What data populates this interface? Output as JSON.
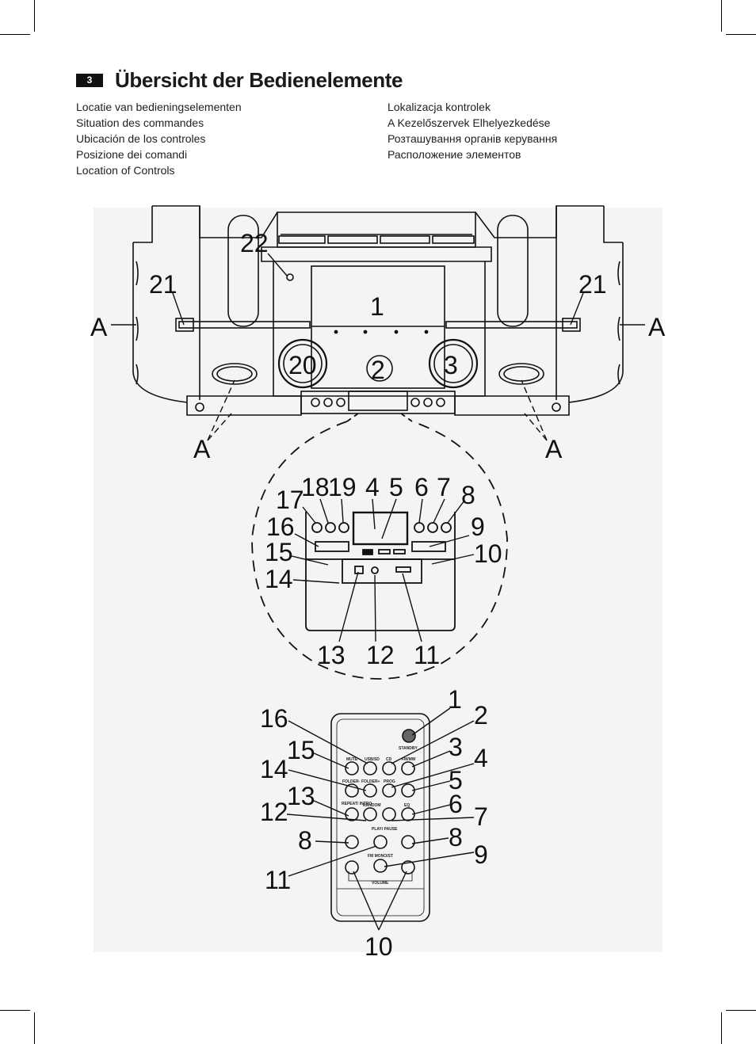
{
  "header": {
    "page_number": "3",
    "title": "Übersicht der Bedienelemente"
  },
  "languages_left": [
    "Locatie van bedieningselementen",
    "Situation des commandes",
    "Ubicación de los controles",
    "Posizione dei comandi",
    "Location of Controls"
  ],
  "languages_right": [
    "Lokalizacja kontrolek",
    "A Kezelőszervek Elhelyezkedése",
    "Розташування органів керування",
    "Расположение элементов"
  ],
  "device_callouts": {
    "c1": "1",
    "c2": "2",
    "c3": "3",
    "c20": "20",
    "c21_left": "21",
    "c21_right": "21",
    "c22": "22",
    "a_left": "A",
    "a_right": "A",
    "a_bottom_left": "A",
    "a_bottom_right": "A"
  },
  "detail_callouts": {
    "c4": "4",
    "c5": "5",
    "c6": "6",
    "c7": "7",
    "c8": "8",
    "c9": "9",
    "c10": "10",
    "c11": "11",
    "c12": "12",
    "c13": "13",
    "c14": "14",
    "c15": "15",
    "c16": "16",
    "c17": "17",
    "c18": "18",
    "c19": "19"
  },
  "remote_callouts": {
    "r1": "1",
    "r2": "2",
    "r3": "3",
    "r4": "4",
    "r5": "5",
    "r6": "6",
    "r7": "7",
    "r8_left": "8",
    "r8_right": "8",
    "r9": "9",
    "r10": "10",
    "r11": "11",
    "r12": "12",
    "r13": "13",
    "r14": "14",
    "r15": "15",
    "r16": "16"
  },
  "remote_labels": {
    "standby": "STANDBY",
    "mute": "MUTE",
    "usb_sd": "USB/SD",
    "cd": "CD",
    "fm_mw": "FM/MW",
    "folder_down": "FOLDER-",
    "folder_up": "FOLDER+",
    "prog": "PROG",
    "repeat_intro": "REPEAT/ INTRO",
    "random": "RANDOM",
    "eq": "EQ",
    "play_pause": "PLAY/ PAUSE",
    "fm_mono_st": "FM MONO/ST",
    "volume": "VOLUME"
  }
}
